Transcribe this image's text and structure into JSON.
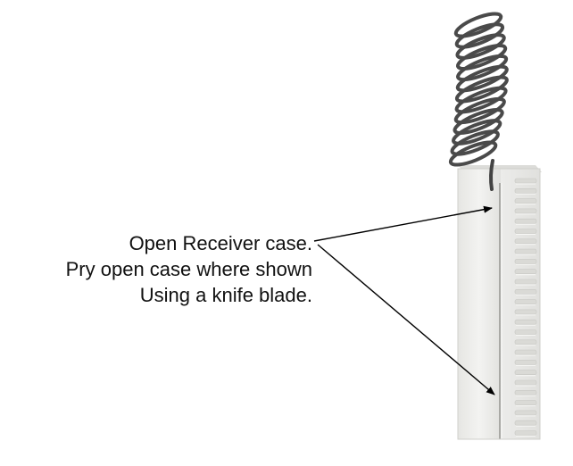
{
  "callout": {
    "line1": "Open Receiver case.",
    "line2": "Pry open case where shown",
    "line3": "Using a knife blade."
  },
  "colors": {
    "case_body": "#eeeeec",
    "case_shadow": "#d9d9d6",
    "antenna_wire": "#4a4a4a",
    "arrow": "#000000"
  },
  "icons": {
    "receiver": "receiver-case-illustration",
    "antenna": "coiled-antenna-icon",
    "pointer": "arrow-pointer"
  }
}
